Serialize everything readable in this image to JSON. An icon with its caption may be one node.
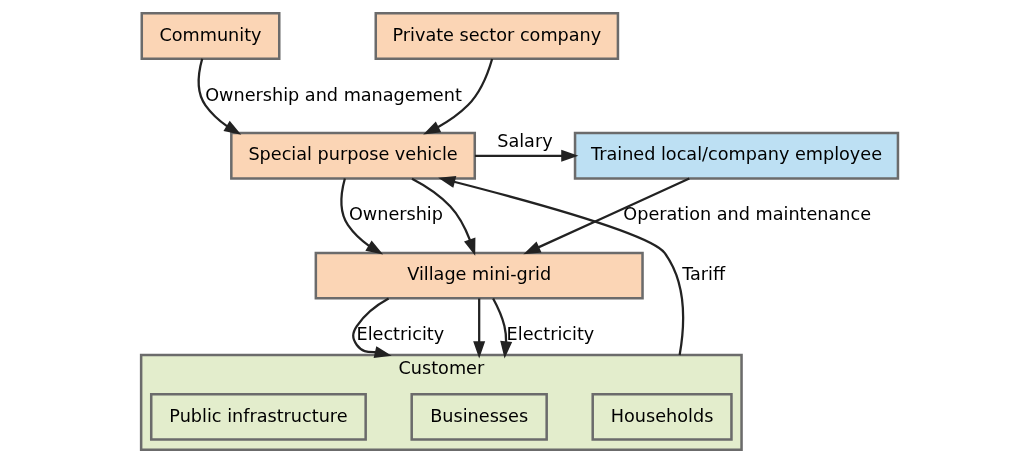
{
  "diagram": {
    "nodes": [
      {
        "text": [
          "Community"
        ]
      },
      {
        "text": [
          "Private sector company"
        ]
      },
      {
        "text": [
          "Special purpose vehicle"
        ]
      },
      {
        "text": [
          "Trained local/company employee"
        ]
      },
      {
        "text": [
          "Village mini-grid"
        ]
      },
      {
        "text": [
          "Customer"
        ]
      },
      {
        "text": [
          "Households"
        ],
        "in": 5
      },
      {
        "text": [
          "Businesses"
        ],
        "in": 5
      },
      {
        "text": [
          "Public infrastructure"
        ],
        "in": 5
      }
    ],
    "edges": [
      {
        "from": 0,
        "to": 2,
        "arrow": "to",
        "label": "Ownership and management"
      },
      {
        "from": 1,
        "to": 2,
        "arrow": "to"
      },
      {
        "from": 2,
        "to": 3,
        "arrow": "to",
        "label": "Salary"
      },
      {
        "from": 2,
        "to": 4,
        "arrow": "to",
        "label": "Ownership"
      },
      {
        "from": 2,
        "to": 4,
        "arrow": "to"
      },
      {
        "from": 3,
        "to": 4,
        "arrow": "to",
        "label": "Operation and maintenance"
      },
      {
        "from": 4,
        "to": 5,
        "arrow": "to",
        "label": "Electricity"
      },
      {
        "from": 4,
        "to": 5,
        "arrow": "to"
      },
      {
        "from": 4,
        "to": 5,
        "arrow": "to",
        "label": "Electricity"
      },
      {
        "from": 5,
        "to": 2,
        "arrow": "to",
        "label": "Tariff"
      }
    ]
  }
}
